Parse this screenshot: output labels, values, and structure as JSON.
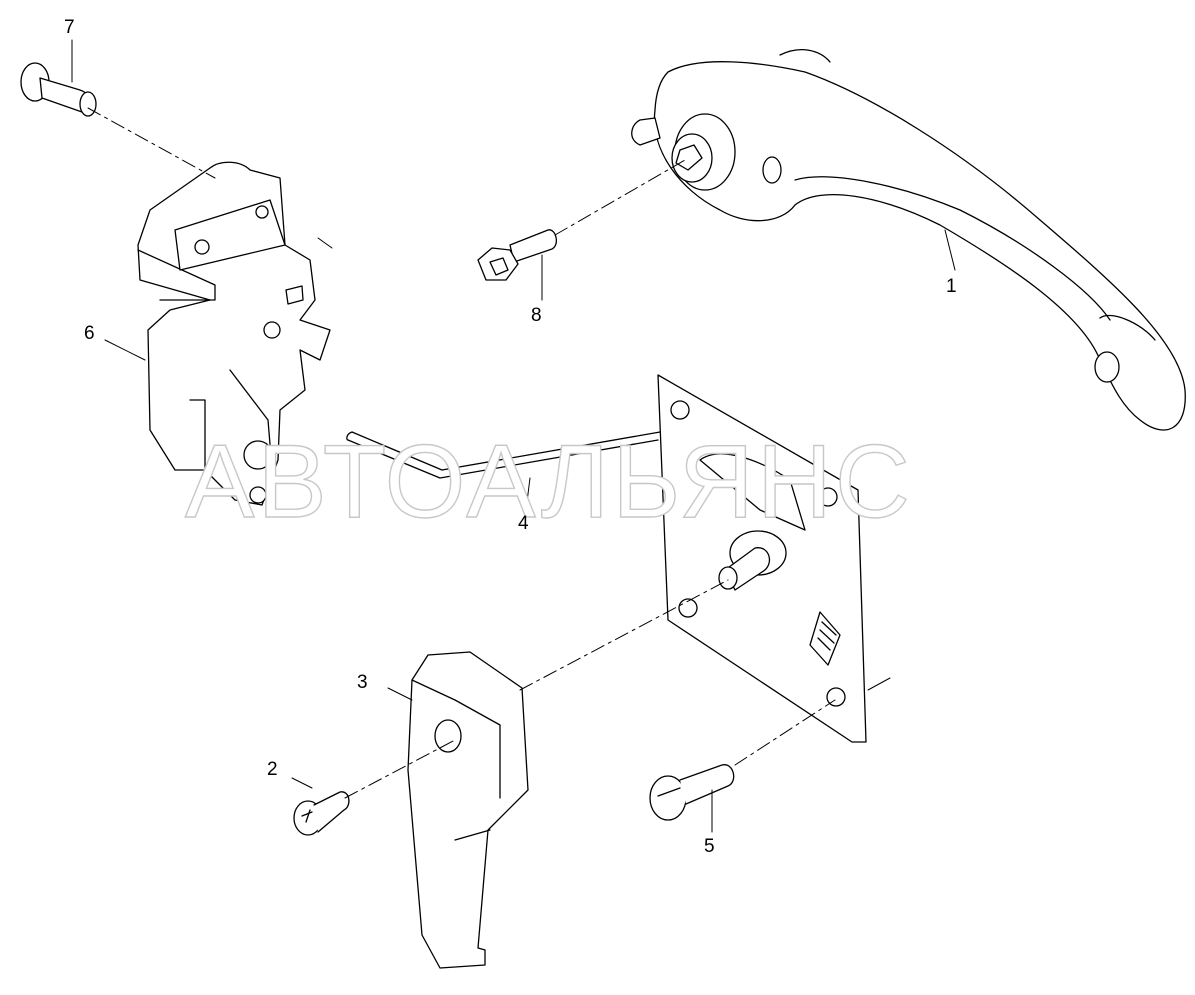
{
  "diagram": {
    "callouts": [
      "1",
      "2",
      "3",
      "4",
      "5",
      "6",
      "7",
      "8"
    ],
    "watermark": "АВТОАЛЬЯНС"
  }
}
